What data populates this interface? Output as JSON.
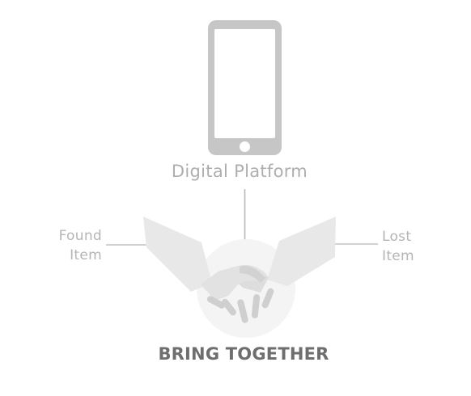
{
  "diagram": {
    "center_node": {
      "label": "Digital Platform",
      "icon": "smartphone-icon"
    },
    "left_node": {
      "label_line1": "Found",
      "label_line2": "Item"
    },
    "right_node": {
      "label_line1": "Lost",
      "label_line2": "Item"
    },
    "outcome": {
      "label": "BRING TOGETHER",
      "icon": "handshake-icon"
    }
  },
  "colors": {
    "icon_gray": "#c6c6c6",
    "arm_light": "#e9e9e9",
    "arm_mid": "#e3e3e3",
    "circle": "#f4f4f4",
    "line_gray": "#c4c4c4",
    "label_gray": "#b3b3b3",
    "title_dark": "#6e6e6e"
  }
}
